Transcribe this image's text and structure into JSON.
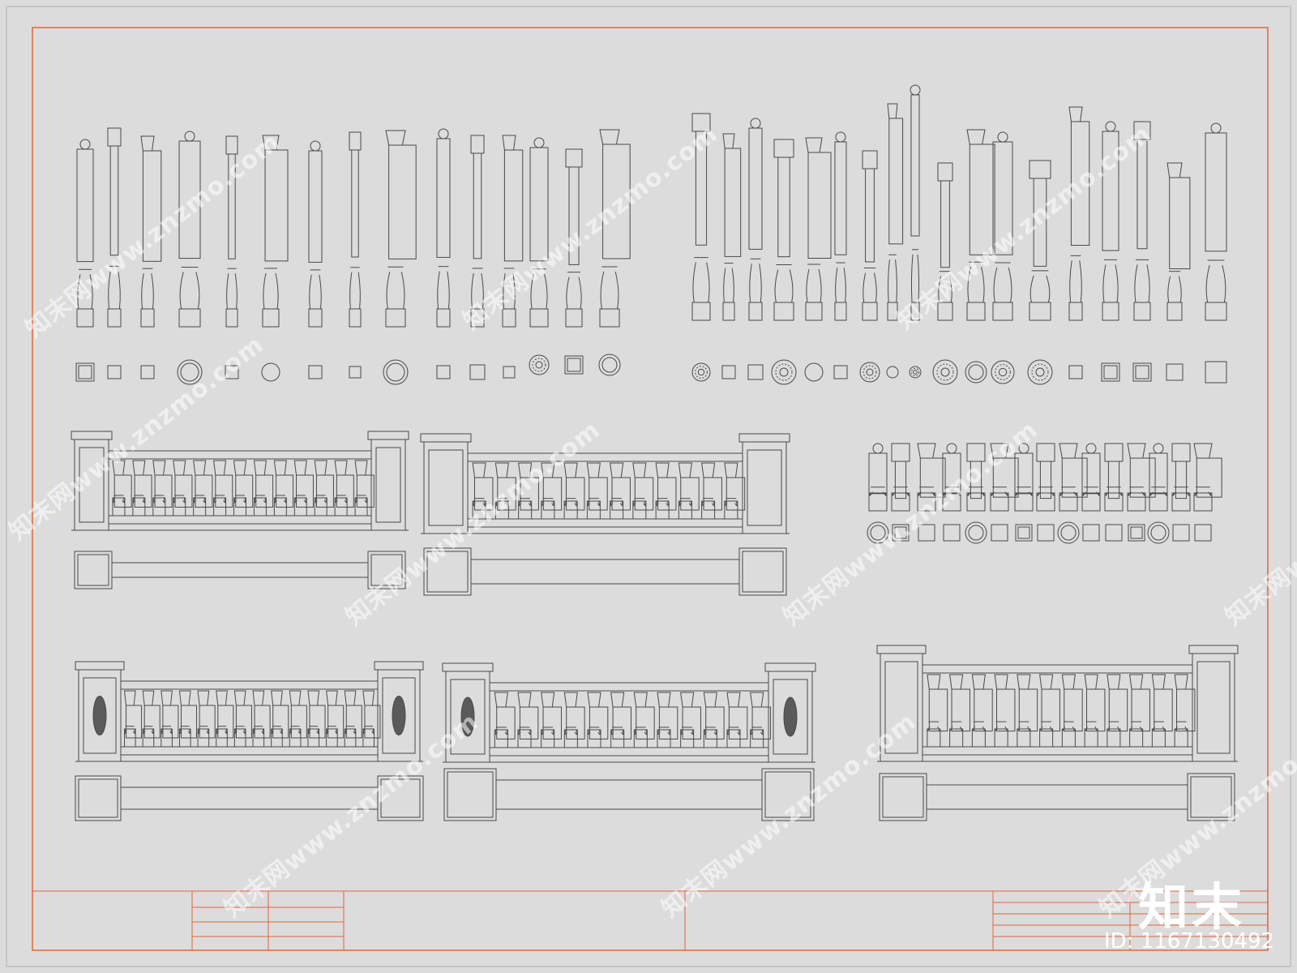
{
  "colors": {
    "background": "#dcdcdc",
    "frame_border": "#e0663b",
    "line": "#4a4a4a",
    "watermark": "#ffffff"
  },
  "watermark_texts": [
    "知末网www.znzmo.com"
  ],
  "brand": {
    "logo_text": "知末",
    "id_text": "ID: 1167130492"
  }
}
